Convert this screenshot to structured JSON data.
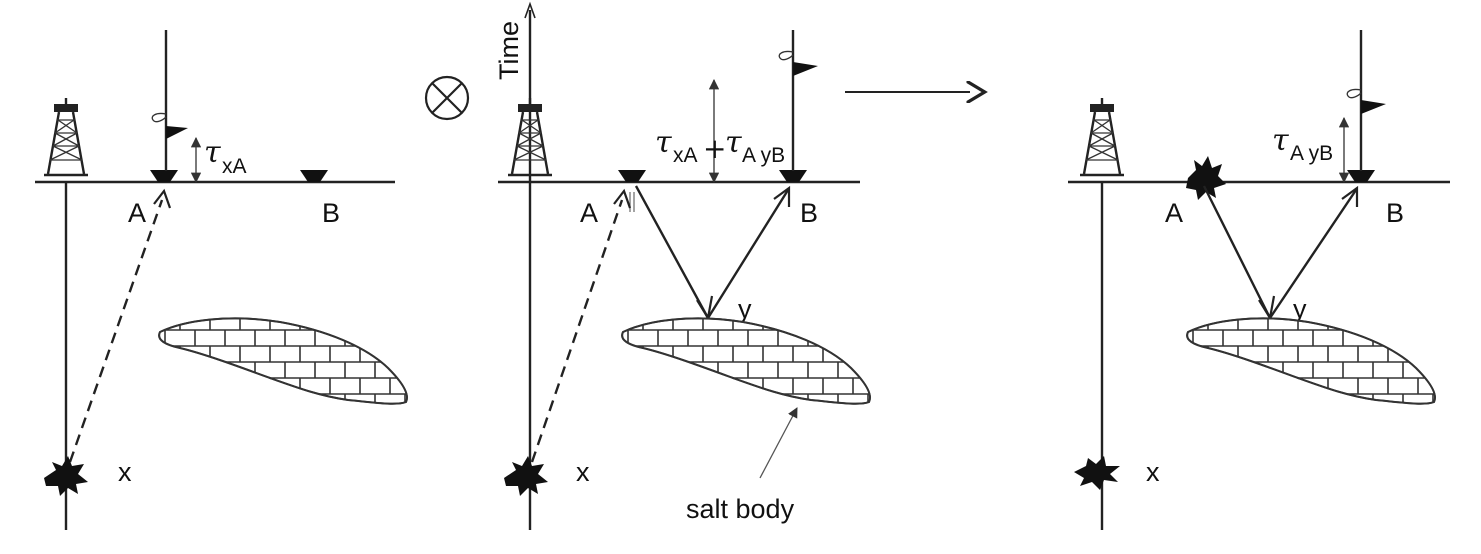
{
  "labels": {
    "point_a": "A",
    "point_b": "B",
    "point_x": "x",
    "point_y": "y",
    "time_axis": "Time",
    "salt_body": "salt body"
  },
  "tau": {
    "symbol": "τ",
    "sub_xa": "xA",
    "sub_ayb": "A yB",
    "plus": "+"
  }
}
